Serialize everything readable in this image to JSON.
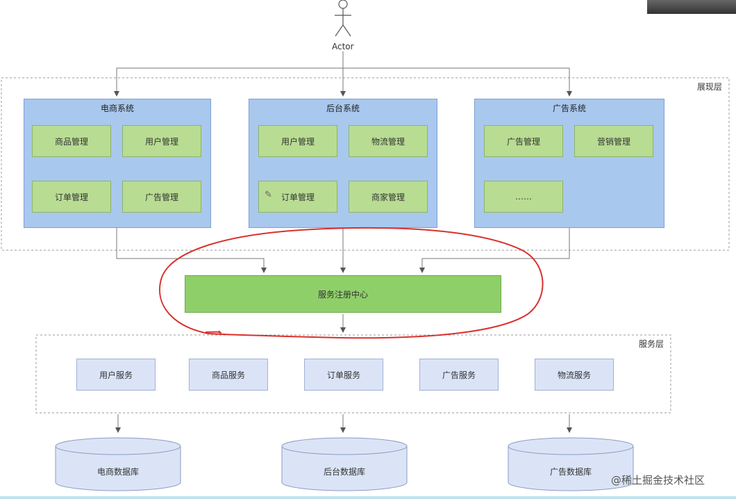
{
  "actor": {
    "label": "Actor"
  },
  "presentation_layer": {
    "label": "展现层"
  },
  "service_layer": {
    "label": "服务层"
  },
  "systems": [
    {
      "title": "电商系统",
      "modules": [
        "商品管理",
        "用户管理",
        "订单管理",
        "广告管理"
      ]
    },
    {
      "title": "后台系统",
      "modules": [
        "用户管理",
        "物流管理",
        "订单管理",
        "商家管理"
      ]
    },
    {
      "title": "广告系统",
      "modules": [
        "广告管理",
        "营销管理",
        "……"
      ]
    }
  ],
  "registry": {
    "label": "服务注册中心"
  },
  "services": [
    "用户服务",
    "商品服务",
    "订单服务",
    "广告服务",
    "物流服务"
  ],
  "databases": [
    "电商数据库",
    "后台数据库",
    "广告数据库"
  ],
  "watermark": "@稀土掘金技术社区",
  "colors": {
    "system_fill": "#a9c8ee",
    "module_fill": "#b8dc92",
    "registry_fill": "#8fcf6a",
    "service_fill": "#dbe4f7",
    "database_fill": "#dbe4f7",
    "highlight_stroke": "#d9302c"
  }
}
